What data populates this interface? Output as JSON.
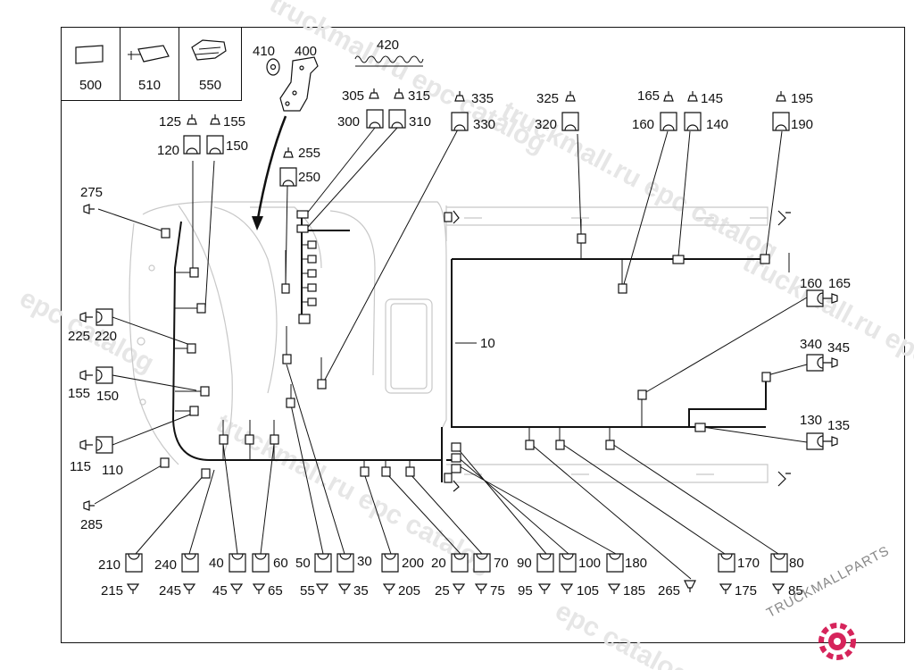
{
  "legend": {
    "items": [
      {
        "label": "500"
      },
      {
        "label": "510"
      },
      {
        "label": "550"
      }
    ]
  },
  "watermark": {
    "text_catalog": "truckmall.ru epc catalog",
    "text_short": "epc catalog",
    "color": "#e6e6e6"
  },
  "brand": {
    "text": "TRUCKMALLPARTS",
    "accent_color": "#d6245b"
  },
  "labels": {
    "l410": "410",
    "l400": "400",
    "l420": "420",
    "l305": "305",
    "l315": "315",
    "l335": "335",
    "l325": "325",
    "l165t": "165",
    "l145": "145",
    "l195": "195",
    "l125": "125",
    "l155t": "155",
    "l300": "300",
    "l310": "310",
    "l330": "330",
    "l320": "320",
    "l160t": "160",
    "l140": "140",
    "l190": "190",
    "l120": "120",
    "l150t": "150",
    "l255": "255",
    "l250": "250",
    "l275": "275",
    "l225": "225",
    "l220": "220",
    "l155m": "155",
    "l150m": "150",
    "l115": "115",
    "l110": "110",
    "l285": "285",
    "l10": "10",
    "l160r": "160",
    "l165r": "165",
    "l340": "340",
    "l345": "345",
    "l130": "130",
    "l135": "135",
    "l210": "210",
    "l240": "240",
    "l40": "40",
    "l60": "60",
    "l50": "50",
    "l30": "30",
    "l200": "200",
    "l20": "20",
    "l70": "70",
    "l90": "90",
    "l100": "100",
    "l180": "180",
    "l170": "170",
    "l80": "80",
    "l215": "215",
    "l245": "245",
    "l45": "45",
    "l65": "65",
    "l55": "55",
    "l35": "35",
    "l205": "205",
    "l25": "25",
    "l75": "75",
    "l95": "95",
    "l105": "105",
    "l185": "185",
    "l265": "265",
    "l175": "175",
    "l85": "85"
  }
}
